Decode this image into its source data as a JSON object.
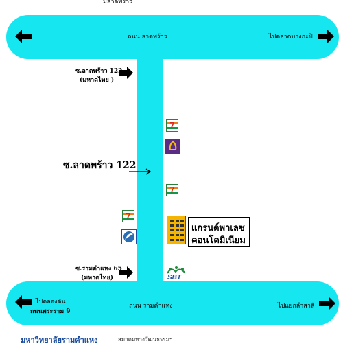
{
  "top_caption": "มลาดพร้าว",
  "top_road": {
    "name": "ถนน ลาดพร้าว",
    "right_label": "ไปตลาดบางกะปิ"
  },
  "bottom_road": {
    "name": "ถนน รามคำแหง",
    "left_label_1": "ไปคลองตัน",
    "left_label_2": "ถนนพระราม 9",
    "right_label": "ไปแยกลำสาลี"
  },
  "soi_top": {
    "line1": "ซ.ลาดพร้าว 122",
    "line2": "(มหาดไทย )"
  },
  "soi_main_label": "ซ.ลาดพร้าว 122",
  "soi_bottom": {
    "line1": "ซ.รามคำแหง 65",
    "line2": "(มหาดไทย)"
  },
  "seven_eleven_glyph": "7",
  "destination": {
    "line1": "แกรนด์พาเลซ",
    "line2": "คอนโดมิเนียม"
  },
  "bank_logo_text": "SBT",
  "footer": {
    "university": "มหาวิทยาลัยรามคำแหง",
    "note": "สมาคมทางวัฒนธรรมฯ"
  },
  "colors": {
    "road": "#16e6f0",
    "scb": "#5b2c83",
    "arrow": "#000000",
    "footer_blue": "#1a4b9c",
    "footer_orange": "#e8751a"
  }
}
